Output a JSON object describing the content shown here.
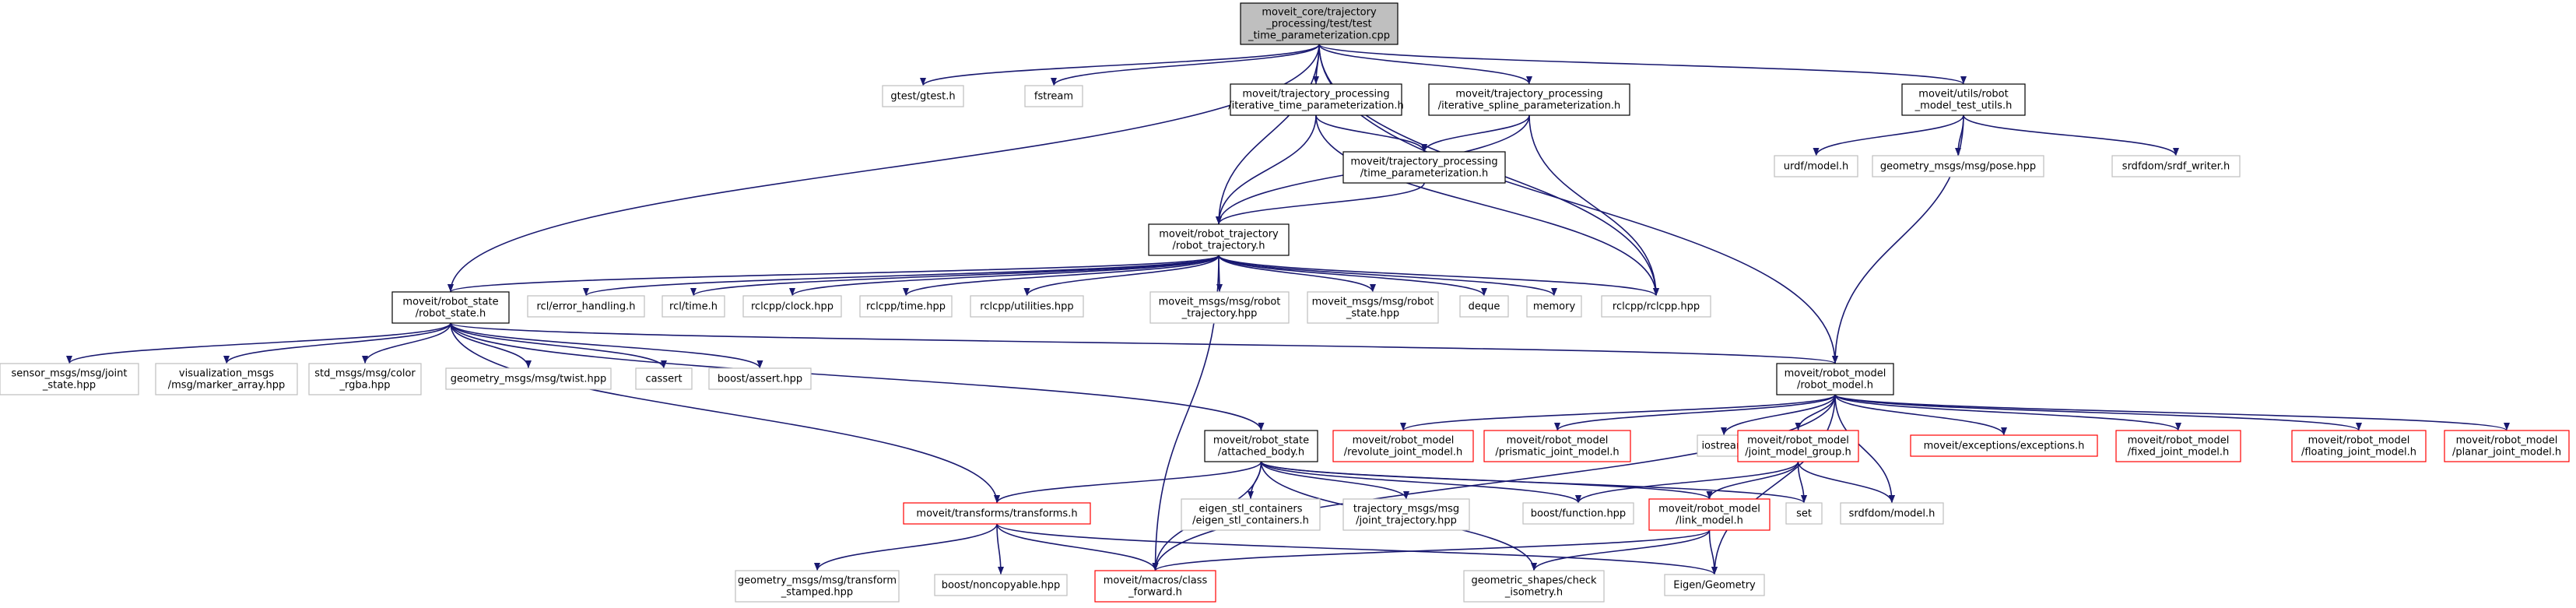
{
  "colors": {
    "root_fill": "#bfbfbf",
    "documented_border": "#000000",
    "external_border": "#bfbfbf",
    "missing_border": "#ff0000",
    "edge": "#191970"
  },
  "nodes": [
    {
      "id": "root",
      "kind": "root",
      "lines": [
        "moveit_core/trajectory",
        "_processing/test/test",
        "_time_parameterization.cpp"
      ]
    },
    {
      "id": "gtest",
      "kind": "external",
      "lines": [
        "gtest/gtest.h"
      ]
    },
    {
      "id": "fstream",
      "kind": "external",
      "lines": [
        "fstream"
      ]
    },
    {
      "id": "itp",
      "kind": "documented",
      "lines": [
        "moveit/trajectory_processing",
        "/iterative_time_parameterization.h"
      ]
    },
    {
      "id": "isp",
      "kind": "documented",
      "lines": [
        "moveit/trajectory_processing",
        "/iterative_spline_parameterization.h"
      ]
    },
    {
      "id": "rmtu",
      "kind": "documented",
      "lines": [
        "moveit/utils/robot",
        "_model_test_utils.h"
      ]
    },
    {
      "id": "urdf",
      "kind": "external",
      "lines": [
        "urdf/model.h"
      ]
    },
    {
      "id": "pose",
      "kind": "external",
      "lines": [
        "geometry_msgs/msg/pose.hpp"
      ]
    },
    {
      "id": "srdfw",
      "kind": "external",
      "lines": [
        "srdfdom/srdf_writer.h"
      ]
    },
    {
      "id": "tp",
      "kind": "documented",
      "lines": [
        "moveit/trajectory_processing",
        "/time_parameterization.h"
      ]
    },
    {
      "id": "rt",
      "kind": "documented",
      "lines": [
        "moveit/robot_trajectory",
        "/robot_trajectory.h"
      ]
    },
    {
      "id": "rs",
      "kind": "documented",
      "lines": [
        "moveit/robot_state",
        "/robot_state.h"
      ]
    },
    {
      "id": "rclerr",
      "kind": "external",
      "lines": [
        "rcl/error_handling.h"
      ]
    },
    {
      "id": "rcltime",
      "kind": "external",
      "lines": [
        "rcl/time.h"
      ]
    },
    {
      "id": "clock",
      "kind": "external",
      "lines": [
        "rclcpp/clock.hpp"
      ]
    },
    {
      "id": "rclcpptime",
      "kind": "external",
      "lines": [
        "rclcpp/time.hpp"
      ]
    },
    {
      "id": "util",
      "kind": "external",
      "lines": [
        "rclcpp/utilities.hpp"
      ]
    },
    {
      "id": "mrt",
      "kind": "external",
      "lines": [
        "moveit_msgs/msg/robot",
        "_trajectory.hpp"
      ]
    },
    {
      "id": "mrs",
      "kind": "external",
      "lines": [
        "moveit_msgs/msg/robot",
        "_state.hpp"
      ]
    },
    {
      "id": "deque",
      "kind": "external",
      "lines": [
        "deque"
      ]
    },
    {
      "id": "memory",
      "kind": "external",
      "lines": [
        "memory"
      ]
    },
    {
      "id": "rclcpp",
      "kind": "external",
      "lines": [
        "rclcpp/rclcpp.hpp"
      ]
    },
    {
      "id": "jstate",
      "kind": "external",
      "lines": [
        "sensor_msgs/msg/joint",
        "_state.hpp"
      ]
    },
    {
      "id": "marker",
      "kind": "external",
      "lines": [
        "visualization_msgs",
        "/msg/marker_array.hpp"
      ]
    },
    {
      "id": "rgba",
      "kind": "external",
      "lines": [
        "std_msgs/msg/color",
        "_rgba.hpp"
      ]
    },
    {
      "id": "twist",
      "kind": "external",
      "lines": [
        "geometry_msgs/msg/twist.hpp"
      ]
    },
    {
      "id": "cassert",
      "kind": "external",
      "lines": [
        "cassert"
      ]
    },
    {
      "id": "bassert",
      "kind": "external",
      "lines": [
        "boost/assert.hpp"
      ]
    },
    {
      "id": "rm",
      "kind": "documented",
      "lines": [
        "moveit/robot_model",
        "/robot_model.h"
      ]
    },
    {
      "id": "rjm",
      "kind": "missing",
      "lines": [
        "moveit/robot_model",
        "/revolute_joint_model.h"
      ]
    },
    {
      "id": "pjm",
      "kind": "missing",
      "lines": [
        "moveit/robot_model",
        "/prismatic_joint_model.h"
      ]
    },
    {
      "id": "iostream",
      "kind": "external",
      "lines": [
        "iostream"
      ]
    },
    {
      "id": "jmg",
      "kind": "missing",
      "lines": [
        "moveit/robot_model",
        "/joint_model_group.h"
      ]
    },
    {
      "id": "exc",
      "kind": "missing",
      "lines": [
        "moveit/exceptions/exceptions.h"
      ]
    },
    {
      "id": "fjm",
      "kind": "missing",
      "lines": [
        "moveit/robot_model",
        "/fixed_joint_model.h"
      ]
    },
    {
      "id": "fljm",
      "kind": "missing",
      "lines": [
        "moveit/robot_model",
        "/floating_joint_model.h"
      ]
    },
    {
      "id": "pljm",
      "kind": "missing",
      "lines": [
        "moveit/robot_model",
        "/planar_joint_model.h"
      ]
    },
    {
      "id": "ab",
      "kind": "documented",
      "lines": [
        "moveit/robot_state",
        "/attached_body.h"
      ]
    },
    {
      "id": "tf",
      "kind": "missing",
      "lines": [
        "moveit/transforms/transforms.h"
      ]
    },
    {
      "id": "esc",
      "kind": "external",
      "lines": [
        "eigen_stl_containers",
        "/eigen_stl_containers.h"
      ]
    },
    {
      "id": "jtraj",
      "kind": "external",
      "lines": [
        "trajectory_msgs/msg",
        "/joint_trajectory.hpp"
      ]
    },
    {
      "id": "bfunc",
      "kind": "external",
      "lines": [
        "boost/function.hpp"
      ]
    },
    {
      "id": "lm",
      "kind": "missing",
      "lines": [
        "moveit/robot_model",
        "/link_model.h"
      ]
    },
    {
      "id": "set",
      "kind": "external",
      "lines": [
        "set"
      ]
    },
    {
      "id": "srdfm",
      "kind": "external",
      "lines": [
        "srdfdom/model.h"
      ]
    },
    {
      "id": "tstamped",
      "kind": "external",
      "lines": [
        "geometry_msgs/msg/transform",
        "_stamped.hpp"
      ]
    },
    {
      "id": "noncopy",
      "kind": "external",
      "lines": [
        "boost/noncopyable.hpp"
      ]
    },
    {
      "id": "cf",
      "kind": "missing",
      "lines": [
        "moveit/macros/class",
        "_forward.h"
      ]
    },
    {
      "id": "gscheck",
      "kind": "external",
      "lines": [
        "geometric_shapes/check",
        "_isometry.h"
      ]
    },
    {
      "id": "eigen",
      "kind": "external",
      "lines": [
        "Eigen/Geometry"
      ]
    }
  ],
  "edges": [
    [
      "root",
      "gtest"
    ],
    [
      "root",
      "fstream"
    ],
    [
      "root",
      "itp"
    ],
    [
      "root",
      "isp"
    ],
    [
      "root",
      "rmtu"
    ],
    [
      "root",
      "rt"
    ],
    [
      "root",
      "rs"
    ],
    [
      "root",
      "rclcpp"
    ],
    [
      "root",
      "rm"
    ],
    [
      "itp",
      "tp"
    ],
    [
      "itp",
      "rt"
    ],
    [
      "itp",
      "rclcpp"
    ],
    [
      "isp",
      "tp"
    ],
    [
      "isp",
      "rt"
    ],
    [
      "isp",
      "rclcpp"
    ],
    [
      "tp",
      "rt"
    ],
    [
      "rmtu",
      "urdf"
    ],
    [
      "rmtu",
      "pose"
    ],
    [
      "rmtu",
      "srdfw"
    ],
    [
      "rmtu",
      "rm"
    ],
    [
      "rt",
      "rs"
    ],
    [
      "rt",
      "rclerr"
    ],
    [
      "rt",
      "rcltime"
    ],
    [
      "rt",
      "clock"
    ],
    [
      "rt",
      "rclcpptime"
    ],
    [
      "rt",
      "util"
    ],
    [
      "rt",
      "mrt"
    ],
    [
      "rt",
      "mrs"
    ],
    [
      "rt",
      "deque"
    ],
    [
      "rt",
      "memory"
    ],
    [
      "rt",
      "rclcpp"
    ],
    [
      "rt",
      "cf"
    ],
    [
      "rs",
      "jstate"
    ],
    [
      "rs",
      "marker"
    ],
    [
      "rs",
      "rgba"
    ],
    [
      "rs",
      "twist"
    ],
    [
      "rs",
      "cassert"
    ],
    [
      "rs",
      "bassert"
    ],
    [
      "rs",
      "rm"
    ],
    [
      "rs",
      "ab"
    ],
    [
      "rs",
      "tf"
    ],
    [
      "rm",
      "rjm"
    ],
    [
      "rm",
      "pjm"
    ],
    [
      "rm",
      "iostream"
    ],
    [
      "rm",
      "jmg"
    ],
    [
      "rm",
      "exc"
    ],
    [
      "rm",
      "fjm"
    ],
    [
      "rm",
      "fljm"
    ],
    [
      "rm",
      "pljm"
    ],
    [
      "rm",
      "srdfm"
    ],
    [
      "rm",
      "eigen"
    ],
    [
      "rm",
      "cf"
    ],
    [
      "ab",
      "tf"
    ],
    [
      "ab",
      "esc"
    ],
    [
      "ab",
      "jtraj"
    ],
    [
      "ab",
      "bfunc"
    ],
    [
      "ab",
      "lm"
    ],
    [
      "ab",
      "set"
    ],
    [
      "ab",
      "gscheck"
    ],
    [
      "ab",
      "cf"
    ],
    [
      "jmg",
      "bfunc"
    ],
    [
      "jmg",
      "lm"
    ],
    [
      "jmg",
      "set"
    ],
    [
      "jmg",
      "srdfm"
    ],
    [
      "tf",
      "tstamped"
    ],
    [
      "tf",
      "noncopy"
    ],
    [
      "tf",
      "cf"
    ],
    [
      "tf",
      "eigen"
    ],
    [
      "lm",
      "cf"
    ],
    [
      "lm",
      "gscheck"
    ],
    [
      "lm",
      "eigen"
    ]
  ]
}
